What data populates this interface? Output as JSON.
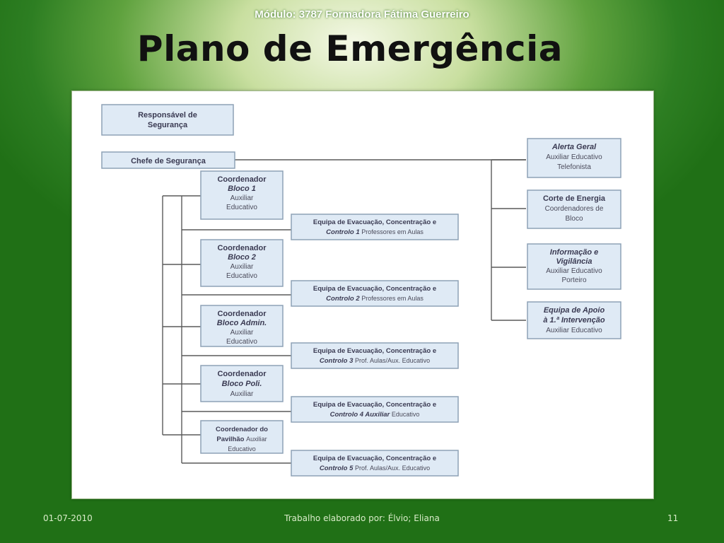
{
  "slide": {
    "module_header": "Módulo: 3787 Formadora Fátima Guerreiro",
    "title": "Plano de Emergência"
  },
  "org_chart": {
    "responsavel": [
      "Responsável de",
      "Segurança"
    ],
    "chefe": "Chefe de Segurança",
    "coordinators": [
      {
        "lines": [
          {
            "text": "Coordenador",
            "style": "b"
          },
          {
            "text": "Bloco 1",
            "style": "bi"
          },
          {
            "text": "Auxiliar",
            "style": "s"
          },
          {
            "text": "Educativo",
            "style": "s"
          }
        ]
      },
      {
        "lines": [
          {
            "text": "Coordenador",
            "style": "b"
          },
          {
            "text": "Bloco 2",
            "style": "bi"
          },
          {
            "text": "Auxiliar",
            "style": "s"
          },
          {
            "text": "Educativo",
            "style": "s"
          }
        ]
      },
      {
        "lines": [
          {
            "text": "Coordenador",
            "style": "b"
          },
          {
            "text": "Bloco Admin.",
            "style": "bi"
          },
          {
            "text": "Auxiliar",
            "style": "s"
          },
          {
            "text": "Educativo",
            "style": "s"
          }
        ]
      },
      {
        "lines": [
          {
            "text": "Coordenador",
            "style": "b"
          },
          {
            "text": "Bloco Poli.",
            "style": "bi"
          },
          {
            "text": "Auxiliar",
            "style": "s"
          }
        ]
      },
      {
        "lines": [
          {
            "text": "Coordenador do",
            "style": "smb"
          },
          {
            "parts": [
              {
                "text": "Pavilhão ",
                "style": "smb"
              },
              {
                "text": "Auxiliar",
                "style": "smn"
              }
            ]
          },
          {
            "text": "Educativo",
            "style": "smn"
          }
        ]
      }
    ],
    "teams": [
      {
        "line1": "Equipa de Evacuação, Concentração e",
        "line2": [
          {
            "text": "Controlo 1 ",
            "style": "bi"
          },
          {
            "text": "Professores em Aulas",
            "style": "n"
          }
        ]
      },
      {
        "line1": "Equipa de Evacuação, Concentração e",
        "line2": [
          {
            "text": "Controlo 2 ",
            "style": "bi"
          },
          {
            "text": "Professores em Aulas",
            "style": "n"
          }
        ]
      },
      {
        "line1": "Equipa de Evacuação, Concentração e",
        "line2": [
          {
            "text": "Controlo 3 ",
            "style": "bi"
          },
          {
            "text": "Prof. Aulas/Aux. Educativo",
            "style": "n"
          }
        ]
      },
      {
        "line1": "Equipa de Evacuação, Concentração e",
        "line2": [
          {
            "text": "Controlo 4 Auxiliar ",
            "style": "bi"
          },
          {
            "text": "Educativo",
            "style": "n"
          }
        ]
      },
      {
        "line1": "Equipa de Evacuação, Concentração e",
        "line2": [
          {
            "text": "Controlo 5 ",
            "style": "bi"
          },
          {
            "text": "Prof. Aulas/Aux. Educativo",
            "style": "n"
          }
        ]
      }
    ],
    "right_boxes": [
      {
        "lines": [
          {
            "text": "Alerta Geral",
            "style": "bi"
          },
          {
            "text": "Auxiliar Educativo",
            "style": "s"
          },
          {
            "text": "Telefonista",
            "style": "s"
          }
        ]
      },
      {
        "lines": [
          {
            "text": "Corte de Energia",
            "style": "b"
          },
          {
            "text": "Coordenadores de",
            "style": "s"
          },
          {
            "text": "Bloco",
            "style": "s"
          }
        ]
      },
      {
        "lines": [
          {
            "text": "Informação e",
            "style": "bi"
          },
          {
            "text": "Vigilância",
            "style": "bi"
          },
          {
            "text": "Auxiliar Educativo",
            "style": "s"
          },
          {
            "text": "Porteiro",
            "style": "s"
          }
        ]
      },
      {
        "lines": [
          {
            "text": "Equipa de Apoio",
            "style": "bi"
          },
          {
            "text": "à 1.ª Intervenção",
            "style": "bi"
          },
          {
            "text": "Auxiliar Educativo",
            "style": "s"
          }
        ]
      }
    ]
  },
  "footer": {
    "date": "01-07-2010",
    "credit": "Trabalho elaborado por: Élvio; Eliana",
    "page": "11"
  }
}
